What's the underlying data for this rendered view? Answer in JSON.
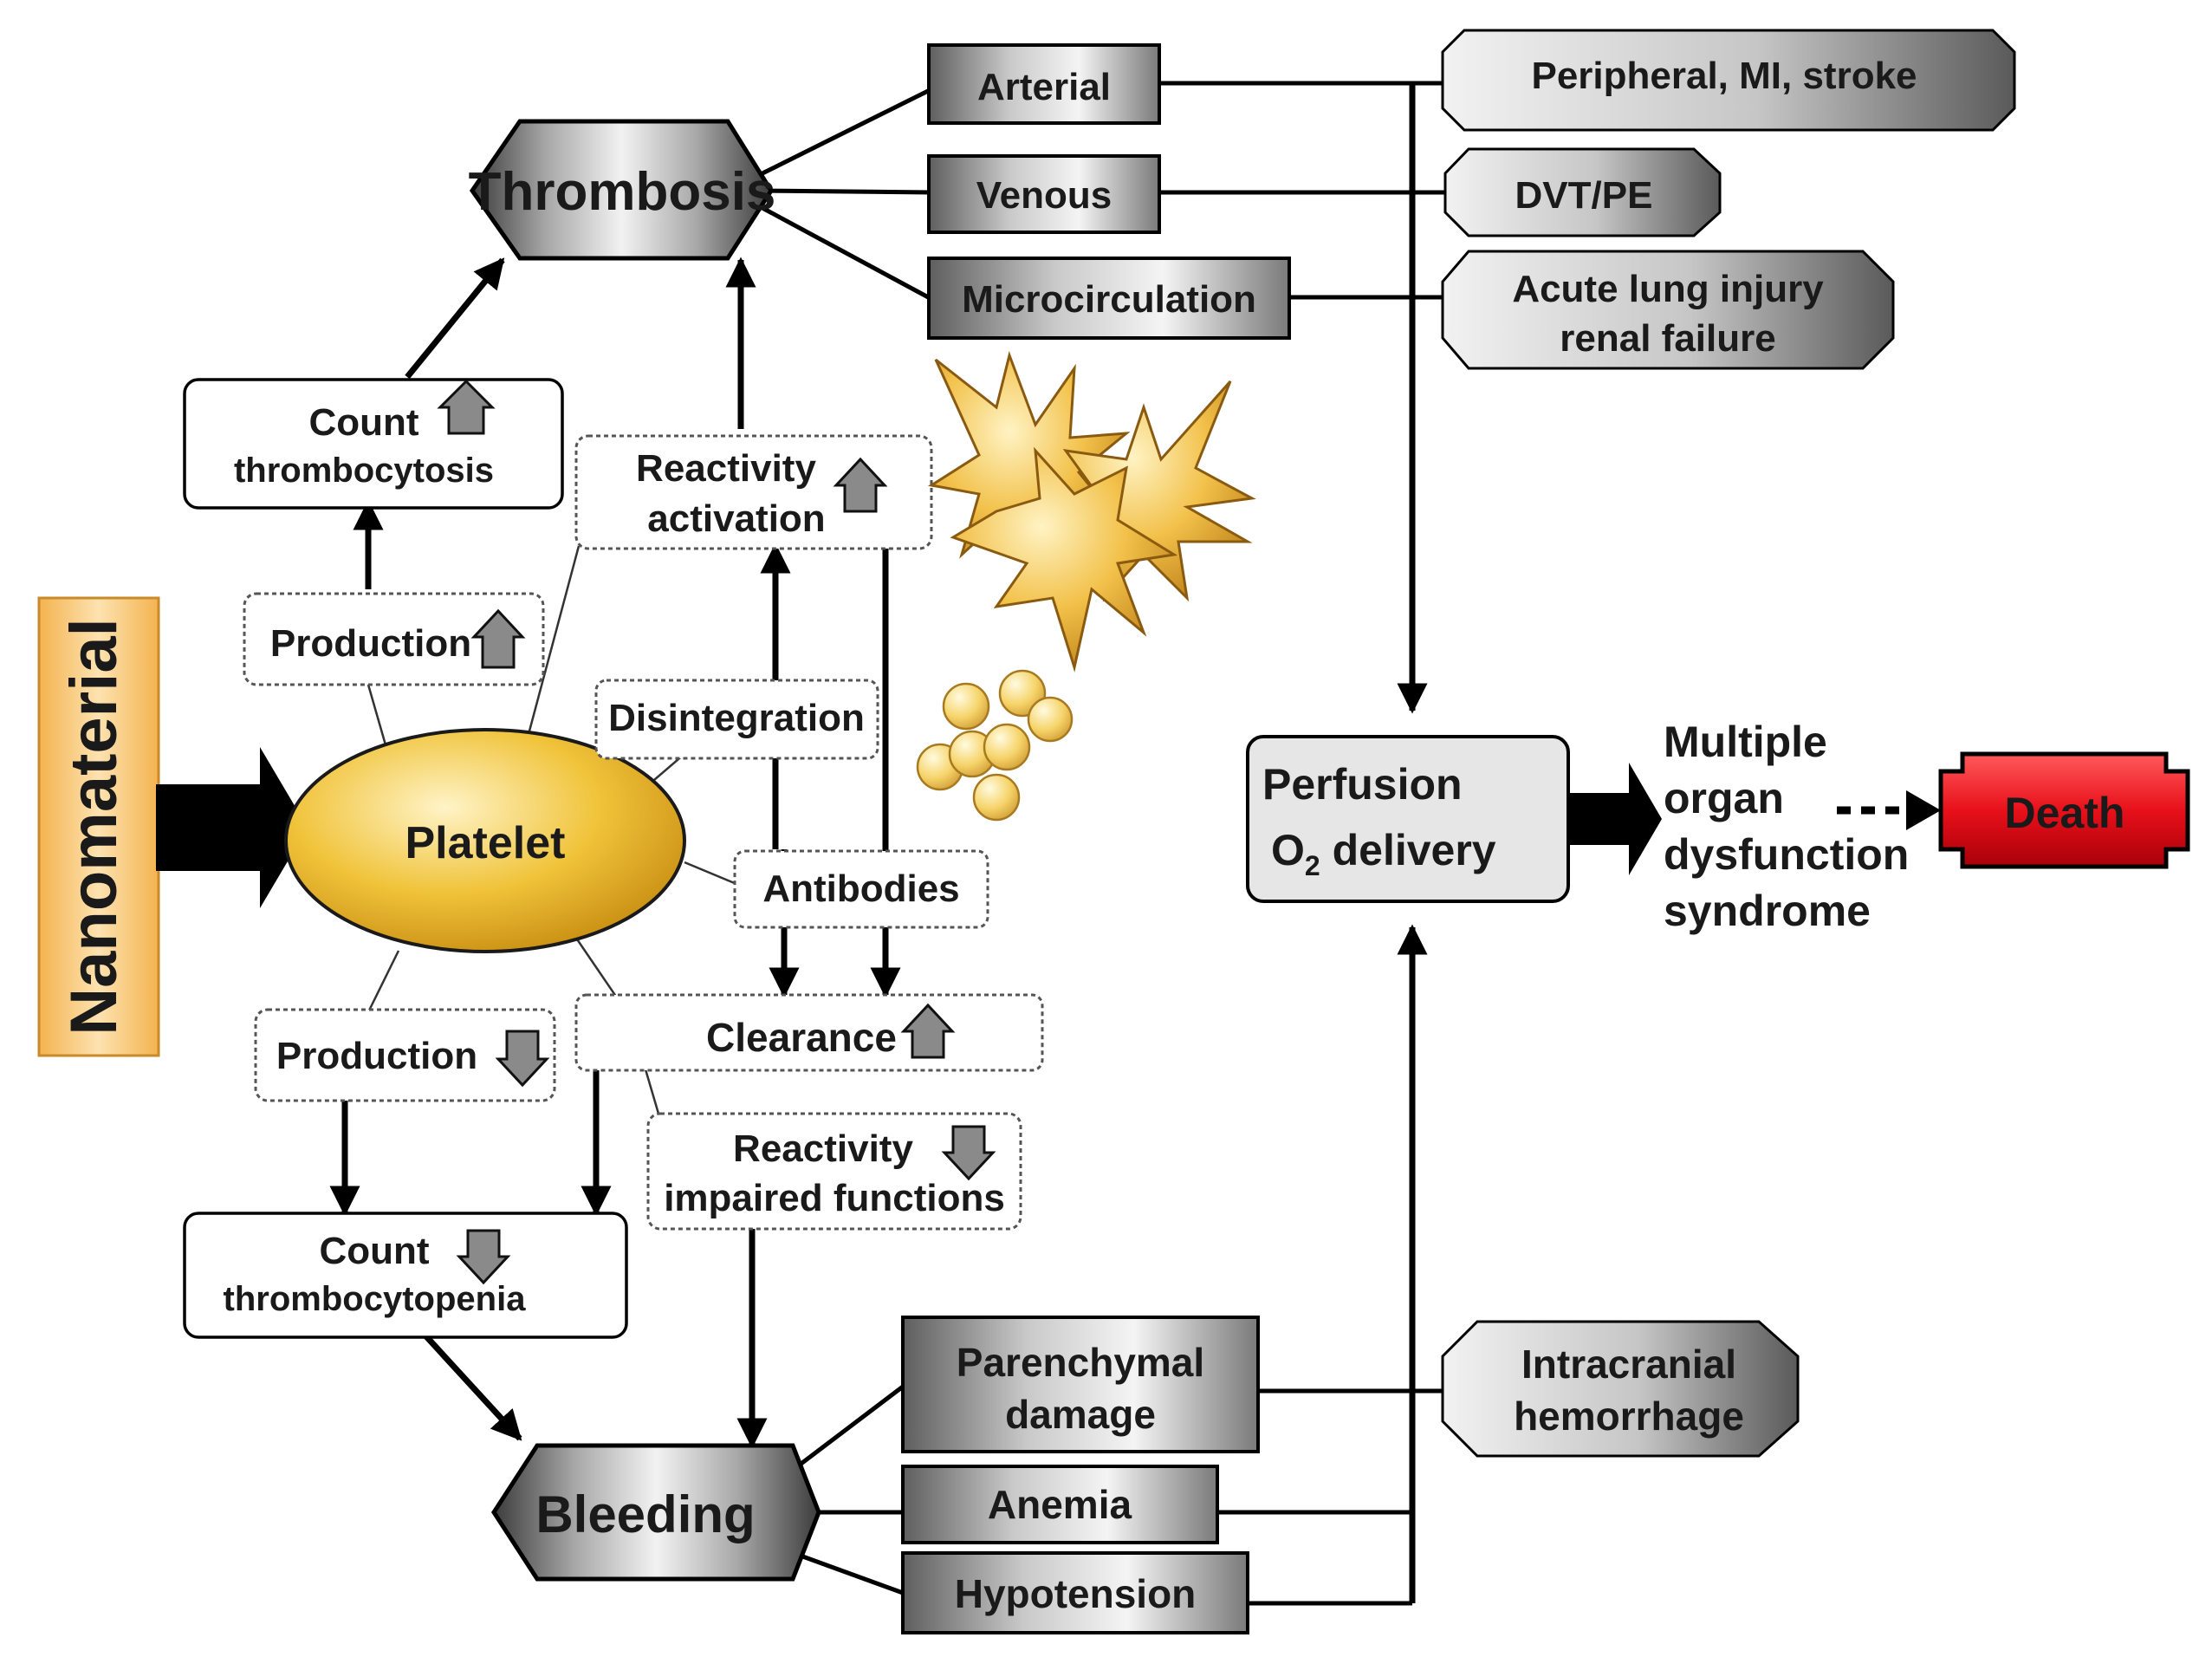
{
  "diagram": {
    "source": {
      "label": "Nanomaterial"
    },
    "center": {
      "label": "Platelet"
    },
    "thrombosis": {
      "label": "Thrombosis",
      "types": [
        "Arterial",
        "Venous",
        "Microcirculation"
      ],
      "outcomes": [
        "Peripheral, MI, stroke",
        "DVT/PE",
        "Acute lung injury",
        "renal failure"
      ]
    },
    "bleeding": {
      "label": "Bleeding",
      "types": [
        "Parenchymal",
        "damage",
        "Anemia",
        "Hypotension"
      ],
      "outcomes": [
        "Intracranial",
        "hemorrhage"
      ]
    },
    "mechanisms": {
      "count_up": [
        "Count",
        "thrombocytosis"
      ],
      "production_up": "Production",
      "reactivity_up": [
        "Reactivity",
        "activation"
      ],
      "disintegration": "Disintegration",
      "antibodies": "Antibodies",
      "clearance_up": "Clearance",
      "production_down": "Production",
      "reactivity_down": [
        "Reactivity",
        "impaired functions"
      ],
      "count_down": [
        "Count",
        "thrombocytopenia"
      ]
    },
    "perfusion": {
      "line1": "Perfusion",
      "line2a": "O",
      "line2sub": "2",
      "line2b": " delivery"
    },
    "mods": [
      "Multiple",
      "organ",
      "dysfunction",
      "syndrome"
    ],
    "death": "Death",
    "colors": {
      "nanomaterial": "#f6c575",
      "platelet": "#e8b52c",
      "death": "#e8101a",
      "box_gray": "#8a8a8a",
      "arrow_up_gray": "#777777",
      "arrow_down_gray": "#808080"
    }
  }
}
